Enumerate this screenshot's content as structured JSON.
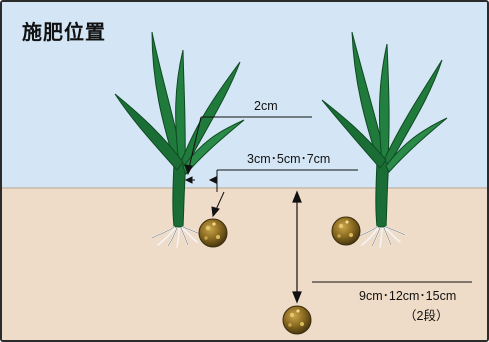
{
  "title": "施肥位置",
  "labels": {
    "stem_gap": "2cm",
    "side_distance": "3cm･5cm･7cm",
    "depth": "9cm･12cm･15cm",
    "depth_note": "（2段）"
  },
  "colors": {
    "sky": "#d4e6f5",
    "soil": "#efdcc8",
    "leaf": "#1f7a3b",
    "leaf_dark": "#0f5a28",
    "fertilizer": "#8a6a20",
    "line": "#111111"
  }
}
